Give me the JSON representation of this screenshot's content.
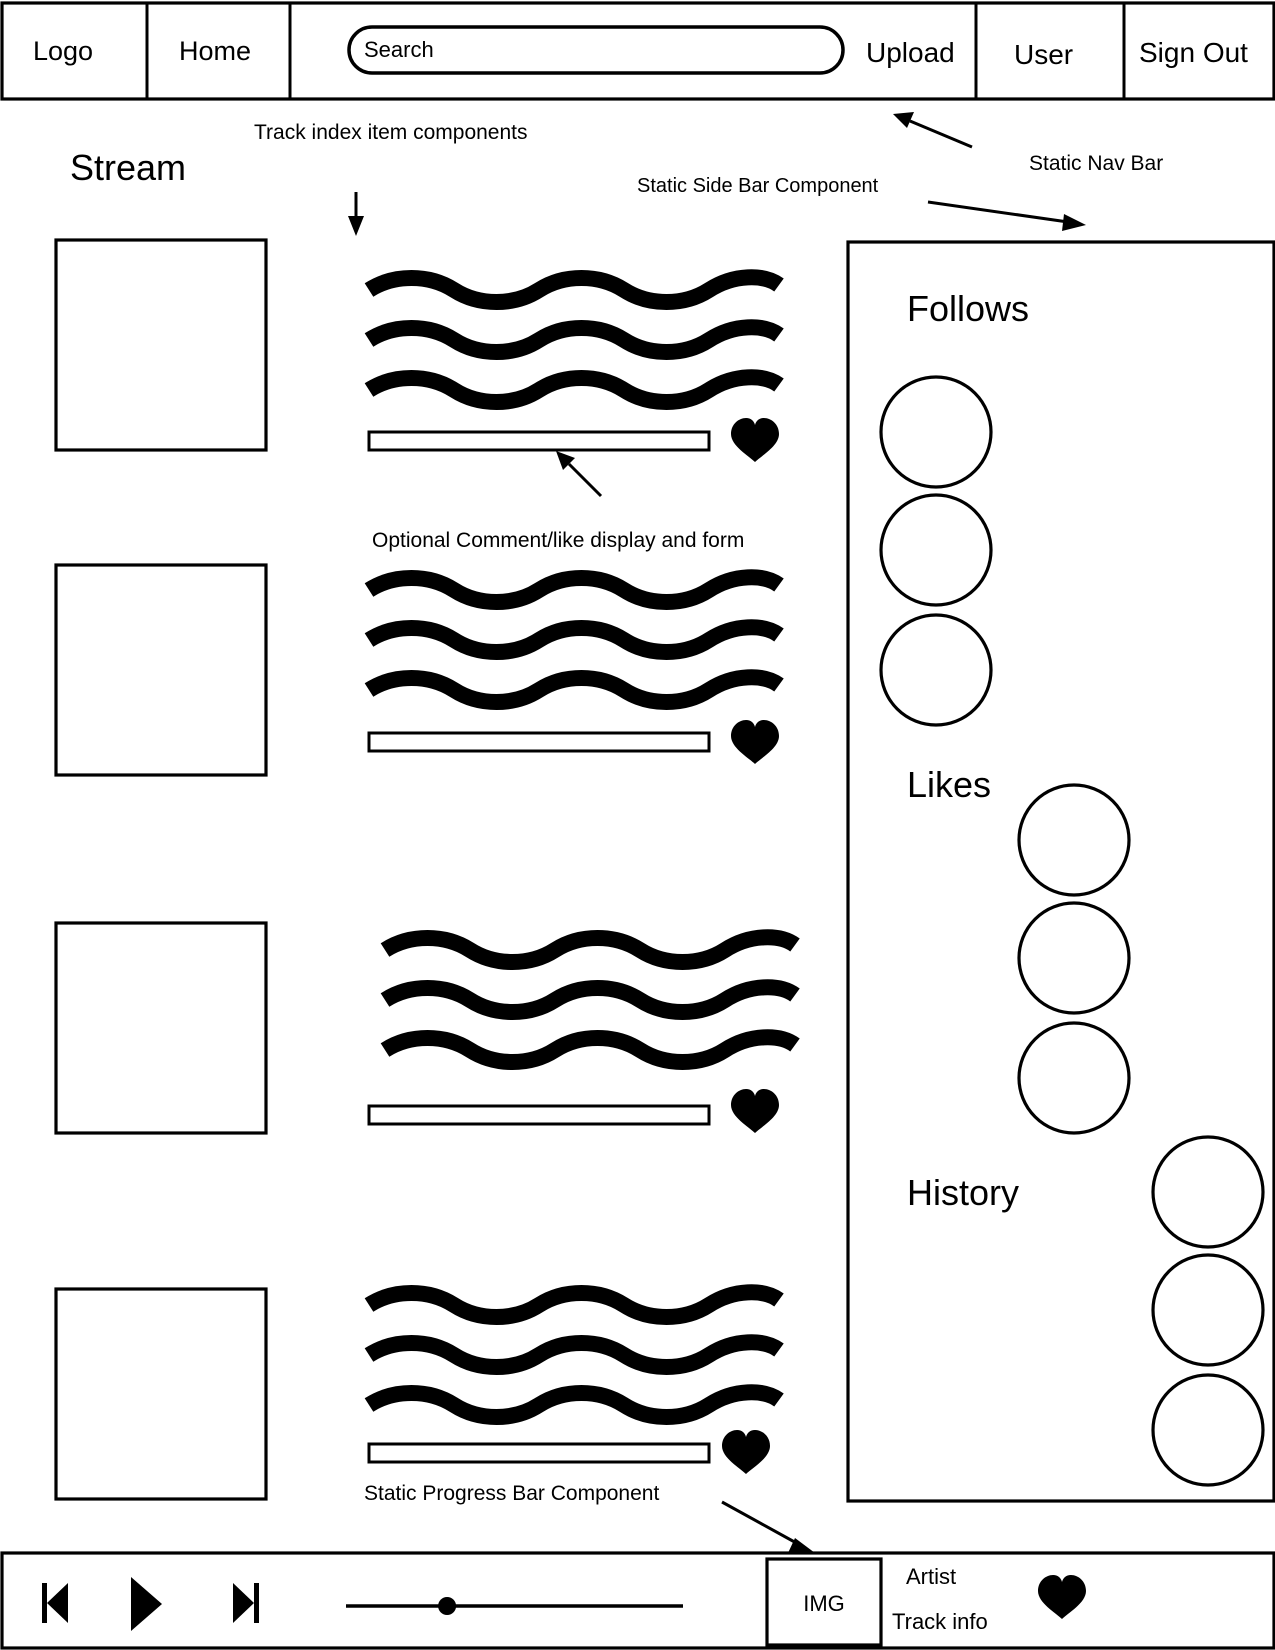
{
  "navbar": {
    "logo": "Logo",
    "home": "Home",
    "search_placeholder": "Search",
    "upload": "Upload",
    "user": "User",
    "sign_out": "Sign Out"
  },
  "main": {
    "title": "Stream",
    "tracks": [
      {
        "art": "",
        "liked": true
      },
      {
        "art": "",
        "liked": true
      },
      {
        "art": "",
        "liked": true
      },
      {
        "art": "",
        "liked": true
      }
    ]
  },
  "sidebar": {
    "sections": [
      {
        "title": "Follows",
        "count": 3
      },
      {
        "title": "Likes",
        "count": 3
      },
      {
        "title": "History",
        "count": 3
      }
    ]
  },
  "player": {
    "img_label": "IMG",
    "artist": "Artist",
    "track_info": "Track info",
    "progress": 0.3
  },
  "annotations": {
    "track_index": "Track index item components",
    "side_bar": "Static Side Bar Component",
    "nav_bar": "Static Nav Bar",
    "comment_like": "Optional Comment/like display and form",
    "progress_bar": "Static Progress Bar Component"
  },
  "icons": {
    "prev": "skip-previous-icon",
    "play": "play-icon",
    "next": "skip-next-icon",
    "like": "heart-icon"
  },
  "colors": {
    "ink": "#000000",
    "paper": "#ffffff"
  }
}
